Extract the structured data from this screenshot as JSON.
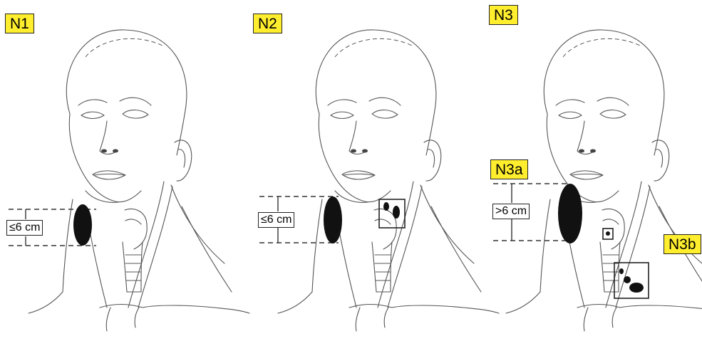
{
  "panels": [
    {
      "id": "n1",
      "stage_label": "N1",
      "measure_label": "≤6 cm"
    },
    {
      "id": "n2",
      "stage_label": "N2",
      "measure_label": "≤6 cm"
    },
    {
      "id": "n3",
      "stage_label": "N3",
      "sub_label_a": "N3a",
      "sub_label_b": "N3b",
      "measure_label": ">6 cm"
    }
  ],
  "colors": {
    "label_fill": "#ffee2e",
    "node_fill": "#111111",
    "line": "#555555"
  }
}
